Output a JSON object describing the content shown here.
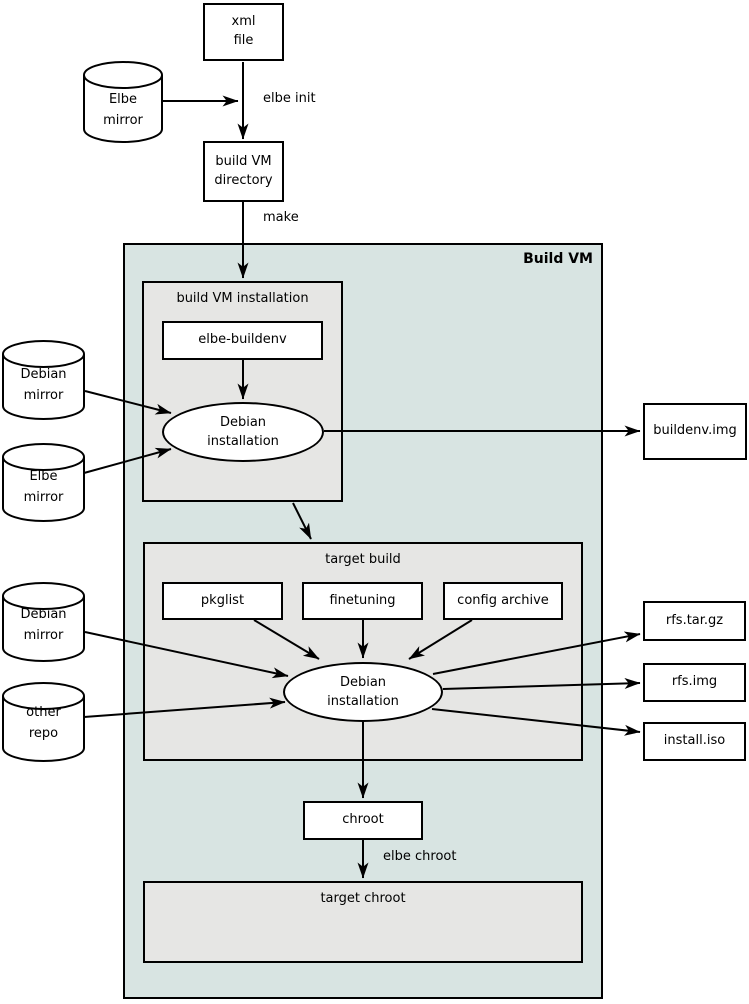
{
  "colors": {
    "container_bg": "#d8e4e2",
    "group_bg": "#e6e6e4",
    "node_bg": "#ffffff",
    "stroke": "#000000"
  },
  "container": {
    "label": "Build VM"
  },
  "groups": {
    "build_vm_installation": "build VM installation",
    "target_build": "target build",
    "target_chroot": "target chroot"
  },
  "nodes": {
    "xml_file": "xml\nfile",
    "elbe_mirror_top": "Elbe\nmirror",
    "build_vm_directory": "build VM\ndirectory",
    "elbe_buildenv": "elbe-buildenv",
    "debian_installation_vm": "Debian\ninstallation",
    "buildenv_img": "buildenv.img",
    "debian_mirror_vm": "Debian\nmirror",
    "elbe_mirror_vm": "Elbe\nmirror",
    "pkglist": "pkglist",
    "finetuning": "finetuning",
    "config_archive": "config archive",
    "debian_installation_target": "Debian\ninstallation",
    "debian_mirror_target": "Debian\nmirror",
    "other_repo": "other\nrepo",
    "rfs_tar_gz": "rfs.tar.gz",
    "rfs_img": "rfs.img",
    "install_iso": "install.iso",
    "chroot": "chroot"
  },
  "edge_labels": {
    "elbe_init": "elbe init",
    "make": "make",
    "elbe_chroot": "elbe chroot"
  }
}
